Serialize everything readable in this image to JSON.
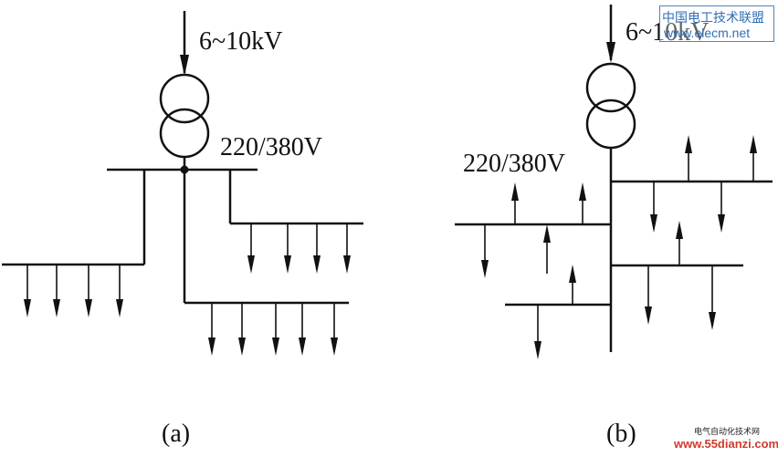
{
  "diagram_a": {
    "voltage_hv": "6~10kV",
    "voltage_lv": "220/380V",
    "caption": "(a)"
  },
  "diagram_b": {
    "voltage_hv": "6~10kV",
    "voltage_lv": "220/380V",
    "caption": "(b)"
  },
  "watermarks": {
    "top_cn": "中国电工技术联盟",
    "top_url": "www.elecm.net",
    "bottom_cn": "电气自动化技术网",
    "bottom_url": "www.55dianzi.com"
  },
  "colors": {
    "line": "#111111",
    "watermark_blue": "#2f6fb5",
    "watermark_red": "#d23a2c"
  }
}
